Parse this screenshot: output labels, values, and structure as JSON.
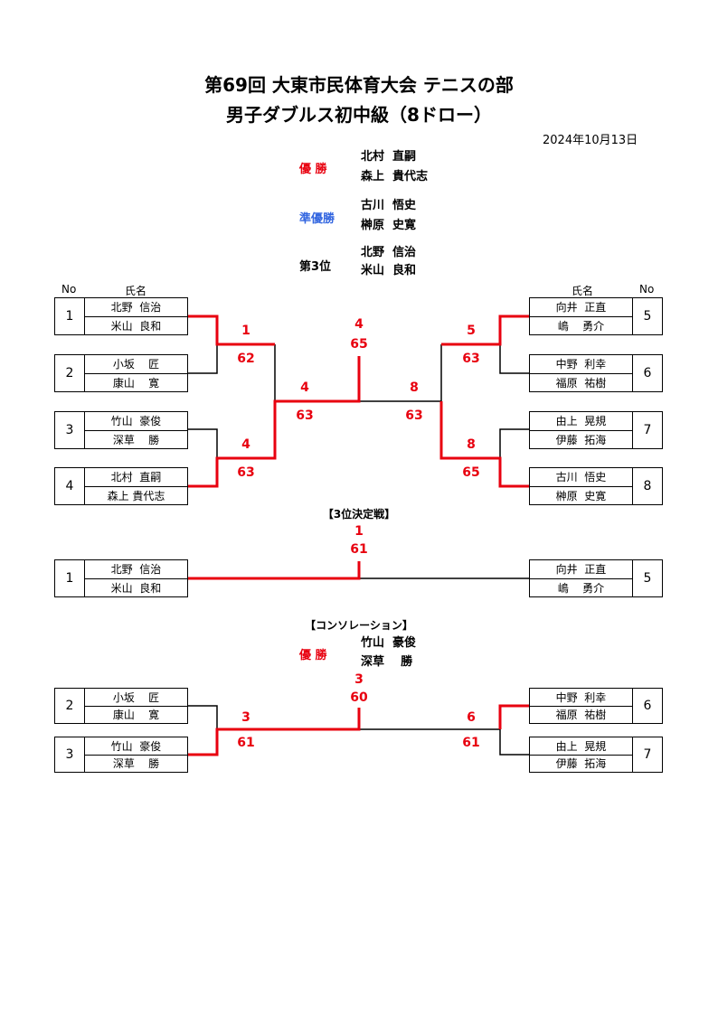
{
  "title_line1": "第69回 大東市民体育大会 テニスの部",
  "title_line2": "男子ダブルス初中級（8ドロー）",
  "date": "2024年10月13日",
  "results": {
    "winner_label": "優 勝",
    "winner_names": [
      "北村  直嗣",
      "森上  貴代志"
    ],
    "runnerup_label": "準優勝",
    "runnerup_names": [
      "古川  悟史",
      "榊原  史寛"
    ],
    "third_label": "第3位",
    "third_names": [
      "北野  信治",
      "米山  良和"
    ]
  },
  "headers": {
    "no": "No",
    "name": "氏名"
  },
  "main_entries": [
    {
      "no": "1",
      "p1": "北野  信治",
      "p2": "米山  良和",
      "side": "left"
    },
    {
      "no": "2",
      "p1": "小坂    匠",
      "p2": "康山    寛",
      "side": "left"
    },
    {
      "no": "3",
      "p1": "竹山  豪俊",
      "p2": "深草    勝",
      "side": "left"
    },
    {
      "no": "4",
      "p1": "北村  直嗣",
      "p2": "森上 貴代志",
      "side": "left"
    },
    {
      "no": "5",
      "p1": "向井  正直",
      "p2": "嶋    勇介",
      "side": "right"
    },
    {
      "no": "6",
      "p1": "中野  利幸",
      "p2": "福原  祐樹",
      "side": "right"
    },
    {
      "no": "7",
      "p1": "由上  晃規",
      "p2": "伊藤  拓海",
      "side": "right"
    },
    {
      "no": "8",
      "p1": "古川  悟史",
      "p2": "榊原  史寛",
      "side": "right"
    }
  ],
  "main_scores": {
    "r1_left_top_winner": "1",
    "r1_left_top_score": "62",
    "r1_left_bot_winner": "4",
    "r1_left_bot_score": "63",
    "r1_right_top_winner": "5",
    "r1_right_top_score": "63",
    "r1_right_bot_winner": "8",
    "r1_right_bot_score": "65",
    "sf_left_winner": "4",
    "sf_left_score": "63",
    "sf_right_winner": "8",
    "sf_right_score": "63",
    "final_winner": "4",
    "final_score": "65"
  },
  "third_place": {
    "heading": "【3位決定戦】",
    "winner": "1",
    "score": "61",
    "entries": [
      {
        "no": "1",
        "p1": "北野  信治",
        "p2": "米山  良和"
      },
      {
        "no": "5",
        "p1": "向井  正直",
        "p2": "嶋    勇介"
      }
    ]
  },
  "consolation": {
    "heading": "【コンソレーション】",
    "winner_label": "優 勝",
    "winner_names": [
      "竹山  豪俊",
      "深草    勝"
    ],
    "entries": [
      {
        "no": "2",
        "p1": "小坂    匠",
        "p2": "康山    寛"
      },
      {
        "no": "3",
        "p1": "竹山  豪俊",
        "p2": "深草    勝"
      },
      {
        "no": "6",
        "p1": "中野  利幸",
        "p2": "福原  祐樹"
      },
      {
        "no": "7",
        "p1": "由上  晃規",
        "p2": "伊藤  拓海"
      }
    ],
    "left_winner": "3",
    "left_score": "61",
    "right_winner": "6",
    "right_score": "61",
    "final_winner": "3",
    "final_score": "60"
  },
  "colors": {
    "win_line": "#e8000f",
    "lose_line": "#000000",
    "winner_label": "#e8000f",
    "runnerup_label": "#3366e0"
  }
}
